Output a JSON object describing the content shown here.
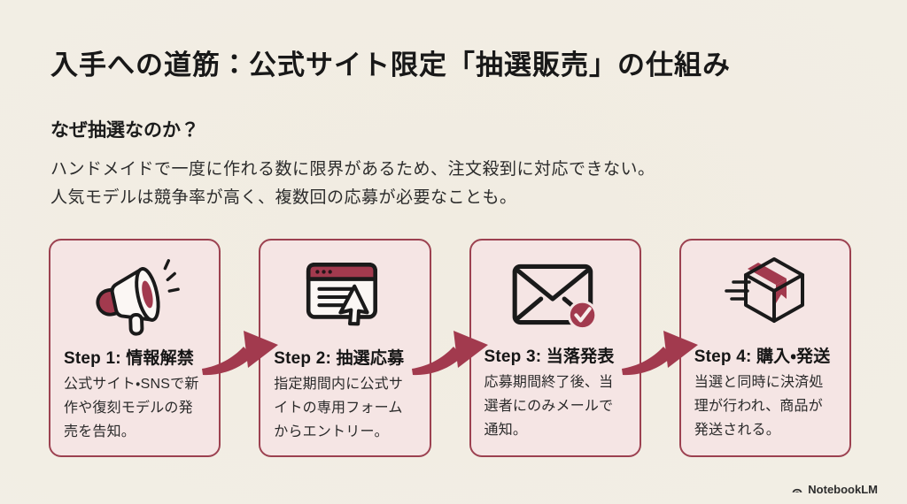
{
  "slide": {
    "title": "入手への道筋：公式サイト限定「抽選販売」の仕組み",
    "section": {
      "heading": "なぜ抽選なのか？",
      "body_lines": [
        "ハンドメイドで一度に作れる数に限界があるため、注文殺到に対応できない。",
        "人気モデルは競争率が高く、複数回の応募が必要なことも。"
      ]
    },
    "steps": [
      {
        "icon": "megaphone-icon",
        "title": "Step 1: 情報解禁",
        "description": "公式サイト・SNSで新作や復刻モデルの発売を告知。"
      },
      {
        "icon": "browser-click-icon",
        "title": "Step 2: 抽選応募",
        "description": "指定期間内に公式サイトの専用フォームからエントリー。"
      },
      {
        "icon": "mail-check-icon",
        "title": "Step 3: 当落発表",
        "description": "応募期間終了後、当選者にのみメールで通知。"
      },
      {
        "icon": "shipping-box-icon",
        "title": "Step 4: 購入・発送",
        "description": "当選と同時に決済処理が行われ、商品が発送される。"
      }
    ],
    "watermark": "NotebookLM",
    "colors": {
      "background": "#f1ece1",
      "card_bg": "#f5e5e4",
      "card_border": "#9c4150",
      "accent": "#a23a4e",
      "text": "#1f1f1f"
    }
  }
}
